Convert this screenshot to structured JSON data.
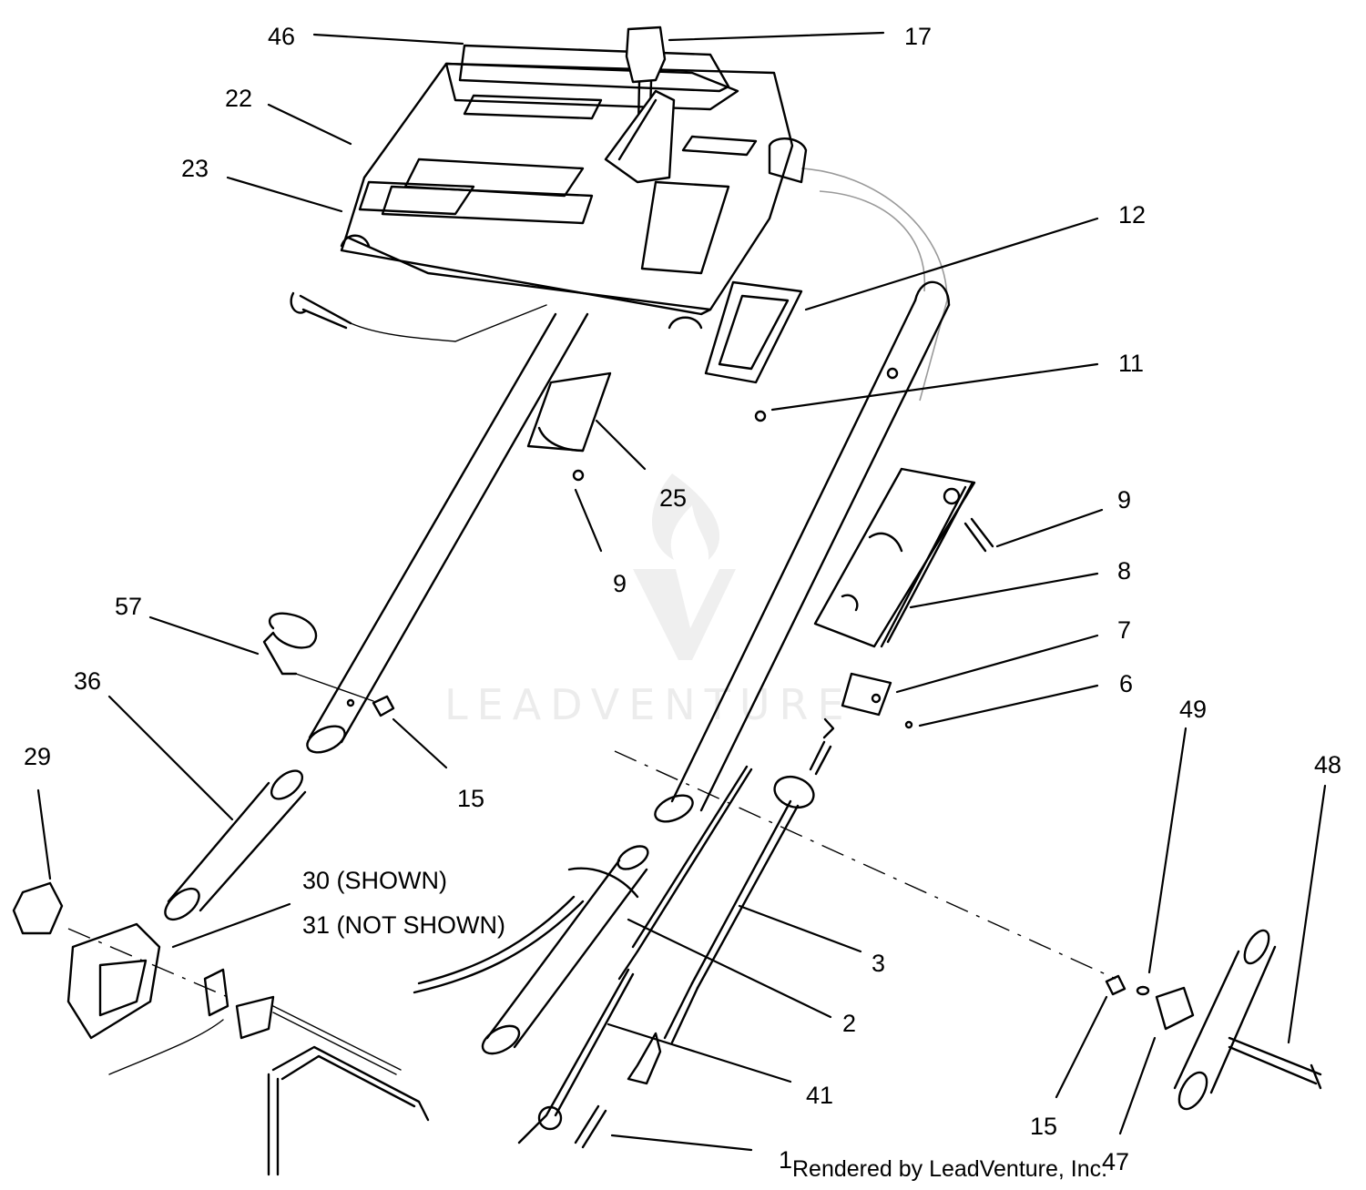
{
  "watermark": {
    "text": "LEADVENTURE",
    "logo_icon": "leadventure-flame-v-logo"
  },
  "credit": {
    "lead": "1",
    "text": "Rendered by LeadVenture, Inc."
  },
  "callouts": [
    {
      "id": "46",
      "label": "46"
    },
    {
      "id": "17",
      "label": "17"
    },
    {
      "id": "22",
      "label": "22"
    },
    {
      "id": "23",
      "label": "23"
    },
    {
      "id": "12",
      "label": "12"
    },
    {
      "id": "11",
      "label": "11"
    },
    {
      "id": "25",
      "label": "25"
    },
    {
      "id": "9a",
      "label": "9"
    },
    {
      "id": "9b",
      "label": "9"
    },
    {
      "id": "8",
      "label": "8"
    },
    {
      "id": "7",
      "label": "7"
    },
    {
      "id": "6",
      "label": "6"
    },
    {
      "id": "57",
      "label": "57"
    },
    {
      "id": "36",
      "label": "36"
    },
    {
      "id": "15a",
      "label": "15"
    },
    {
      "id": "29",
      "label": "29"
    },
    {
      "id": "30",
      "label": "30 (SHOWN)"
    },
    {
      "id": "31",
      "label": "31 (NOT SHOWN)"
    },
    {
      "id": "49",
      "label": "49"
    },
    {
      "id": "48",
      "label": "48"
    },
    {
      "id": "3",
      "label": "3"
    },
    {
      "id": "2",
      "label": "2"
    },
    {
      "id": "41",
      "label": "41"
    },
    {
      "id": "15b",
      "label": "15"
    },
    {
      "id": "47",
      "label": "47"
    }
  ]
}
